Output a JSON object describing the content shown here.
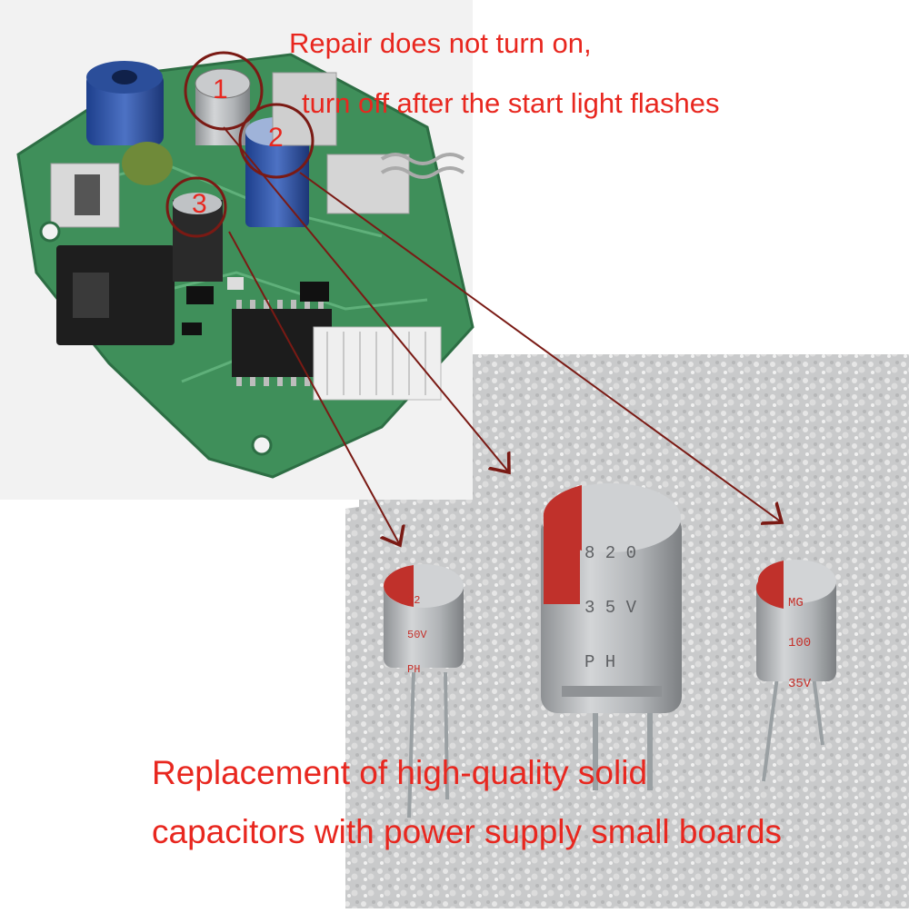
{
  "captions": {
    "top_line1": "Repair does not turn on,",
    "top_line2": "turn off after the start light flashes",
    "bottom_line1": "Replacement of high-quality solid",
    "bottom_line2": "capacitors with power supply small boards"
  },
  "markers": [
    "1",
    "2",
    "3"
  ],
  "capacitor_labels": {
    "small_left": [
      "22",
      "50V",
      "PH"
    ],
    "large_center": [
      "8 2 0",
      "3 5 V",
      "P H"
    ],
    "small_right": [
      "MG",
      "100",
      "35V"
    ]
  },
  "colors": {
    "caption_red": "#e8271f",
    "arrow_dark_red": "#7a1a14",
    "pcb_green": "#3f8f5a",
    "capacitor_silver": "#b9bcbf",
    "capacitor_red_top": "#c0312b"
  }
}
